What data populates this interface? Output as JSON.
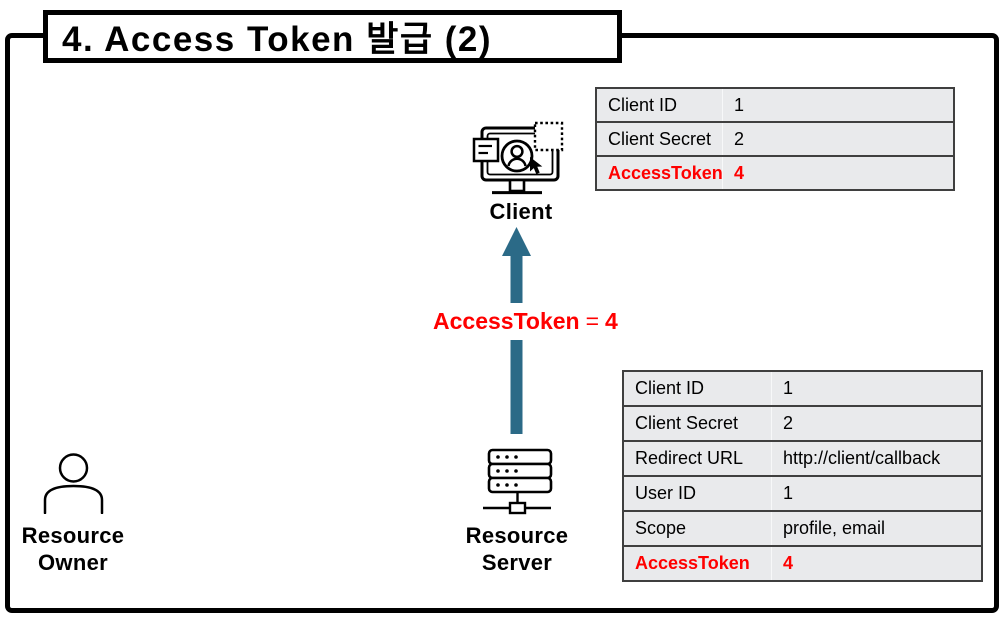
{
  "slide": {
    "title": "4. Access Token 발급 (2)"
  },
  "colors": {
    "red": "#FF0000",
    "arrow": "#2B6A87",
    "table_bg": "#E9EAEC",
    "table_border": "#3F3F3F"
  },
  "icons": {
    "client": "monitor-user-icon",
    "resource_server": "server-stack-icon",
    "resource_owner": "person-icon",
    "flow": "arrow-up-icon"
  },
  "actors": {
    "client": {
      "label": "Client"
    },
    "resource_server": {
      "line1": "Resource",
      "line2": "Server"
    },
    "resource_owner": {
      "line1": "Resource",
      "line2": "Owner"
    }
  },
  "flow": {
    "arrow_label_name": "AccessToken",
    "arrow_label_eq": "=",
    "arrow_label_value": "4"
  },
  "client_table": {
    "rows": [
      {
        "field": "Client ID",
        "value": "1",
        "highlight": false
      },
      {
        "field": "Client Secret",
        "value": "2",
        "highlight": false
      },
      {
        "field": "AccessToken",
        "value": "4",
        "highlight": true
      }
    ]
  },
  "server_table": {
    "rows": [
      {
        "field": "Client ID",
        "value": "1",
        "highlight": false
      },
      {
        "field": "Client Secret",
        "value": "2",
        "highlight": false
      },
      {
        "field": "Redirect URL",
        "value": "http://client/callback",
        "highlight": false
      },
      {
        "field": "User ID",
        "value": "1",
        "highlight": false
      },
      {
        "field": "Scope",
        "value": "profile, email",
        "highlight": false
      },
      {
        "field": "AccessToken",
        "value": "4",
        "highlight": true
      }
    ]
  }
}
